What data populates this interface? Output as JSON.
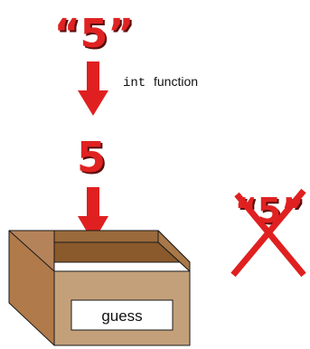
{
  "string_value": "“5”",
  "int_value": "5",
  "conversion_keyword": "int",
  "conversion_word": "function",
  "variable_label": "guess",
  "rejected_value": "“5”",
  "colors": {
    "red": "#e02020",
    "text_shadow": "#5a0a0a",
    "box_front": "#c4a07a",
    "box_side": "#a87848",
    "box_inside": "#8a5a2c",
    "box_flap_left": "#b5835a",
    "box_flap_right": "#b88a5e",
    "outline": "#1a1a1a"
  },
  "icons": [
    "down-arrow-icon",
    "cross-out-icon"
  ]
}
